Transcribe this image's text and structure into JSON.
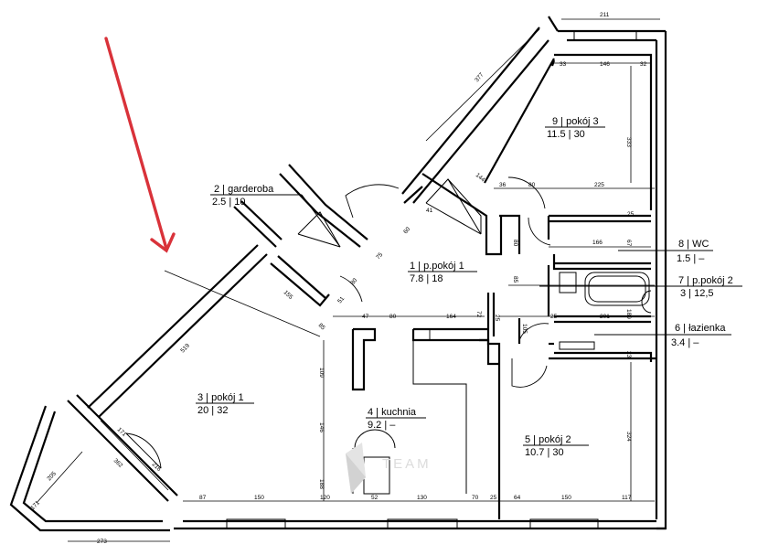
{
  "rooms": [
    {
      "id": "r1",
      "line1": "1 | p.pokój 1",
      "line2": "7.8 | 18"
    },
    {
      "id": "r2",
      "line1": "2 | garderoba",
      "line2": "2.5 | 10"
    },
    {
      "id": "r3",
      "line1": "3 | pokój 1",
      "line2": "20 | 32"
    },
    {
      "id": "r4",
      "line1": "4 | kuchnia",
      "line2": "9.2 | –"
    },
    {
      "id": "r5",
      "line1": "5 | pokój 2",
      "line2": "10.7 | 30"
    },
    {
      "id": "r6",
      "line1": "6 | łazienka",
      "line2": "3.4 | –"
    },
    {
      "id": "r7",
      "line1": "7 | p.pokój 2",
      "line2": "3 | 12,5"
    },
    {
      "id": "r8",
      "line1": "8 | WC",
      "line2": "1.5 | –"
    },
    {
      "id": "r9",
      "line1": "9 | pokój 3",
      "line2": "11.5 | 30"
    }
  ],
  "dimensions": {
    "d211": "211",
    "d33": "33",
    "d146a": "146",
    "d32": "32",
    "d377": "377",
    "d333": "333",
    "d144": "144",
    "d36": "36",
    "d80a": "80",
    "d225": "225",
    "d25a": "25",
    "d41": "41",
    "d60": "60",
    "d166": "166",
    "d67": "67",
    "d80b": "80",
    "d85": "85",
    "d75": "75",
    "d155": "155",
    "d80c": "80",
    "d51": "51",
    "d85b": "85",
    "d47": "47",
    "d80d": "80",
    "d164": "164",
    "d72": "72",
    "d25b": "25",
    "d105": "105",
    "d201": "201",
    "d189": "189",
    "d23": "23",
    "d519": "519",
    "d109": "109",
    "d146b": "146",
    "d188": "188",
    "d324": "324",
    "d171": "171",
    "d216": "216",
    "d362": "362",
    "d205": "205",
    "d171b": "171",
    "d273": "273",
    "d87": "87",
    "d150a": "150",
    "d120": "120",
    "d52": "52",
    "d130": "130",
    "d70": "70",
    "d25c": "25",
    "d64": "64",
    "d150b": "150",
    "d117": "117",
    "d25d": "25"
  },
  "watermark": {
    "text": "TEAM"
  }
}
